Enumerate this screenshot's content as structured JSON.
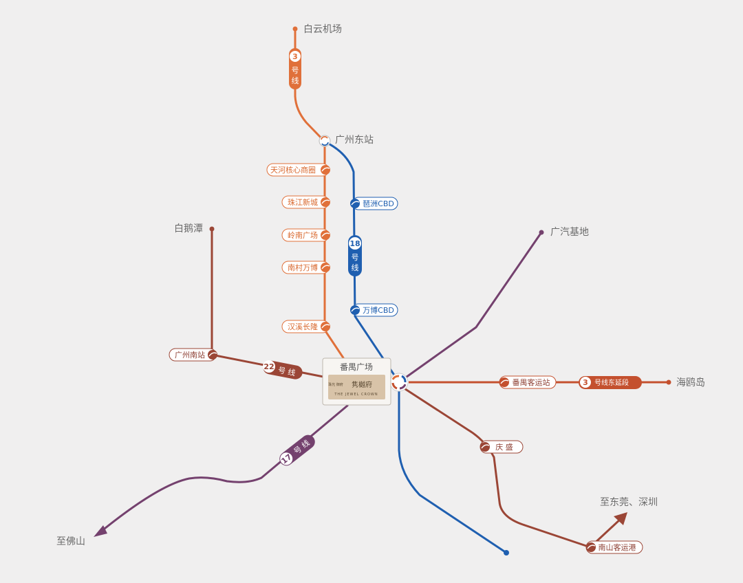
{
  "colors": {
    "line3": "#e0703a",
    "line18": "#1f5fb0",
    "line22": "#9b4636",
    "line17": "#74416e",
    "line_east": "#c4502e",
    "label_orange": "#d9692f",
    "label_blue": "#1f5fb0",
    "label_brown": "#8d3f33"
  },
  "places": {
    "baiyun_airport": "白云机场",
    "guangzhou_east": "广州东站",
    "baiketan": "白鹅潭",
    "gac_base": "广汽基地",
    "haiou_island": "海鸥岛",
    "to_foshan": "至佛山",
    "to_dongguan_shenzhen": "至东莞、深圳"
  },
  "stations": {
    "tianhe_cbd": "天河核心商圈",
    "zhujiang_newtown": "珠江新城",
    "lingnan_square": "岭南广场",
    "nancun_wanbo": "南村万博",
    "hanxi_changlong": "汉溪长隆",
    "pazhou_cbd": "琶洲CBD",
    "wanbo_cbd": "万博CBD",
    "guangzhou_south": "广州南站",
    "panyu_passenger": "番禺客运站",
    "qingsheng": "庆 盛",
    "nansha_port": "南山客运港"
  },
  "lines": {
    "line3": {
      "number": "3",
      "name": "号线"
    },
    "line18": {
      "number": "18",
      "name": "号线"
    },
    "line22": {
      "number": "22",
      "name": "号 线"
    },
    "line17": {
      "number": "17",
      "name": "号 线"
    },
    "line3_east": {
      "number": "3",
      "name": "号线东延段"
    }
  },
  "center": {
    "station": "番禺广场",
    "logo_small": "珠光 御府",
    "logo_main": "隽樾府",
    "logo_en": "THE JEWEL CROWN"
  }
}
